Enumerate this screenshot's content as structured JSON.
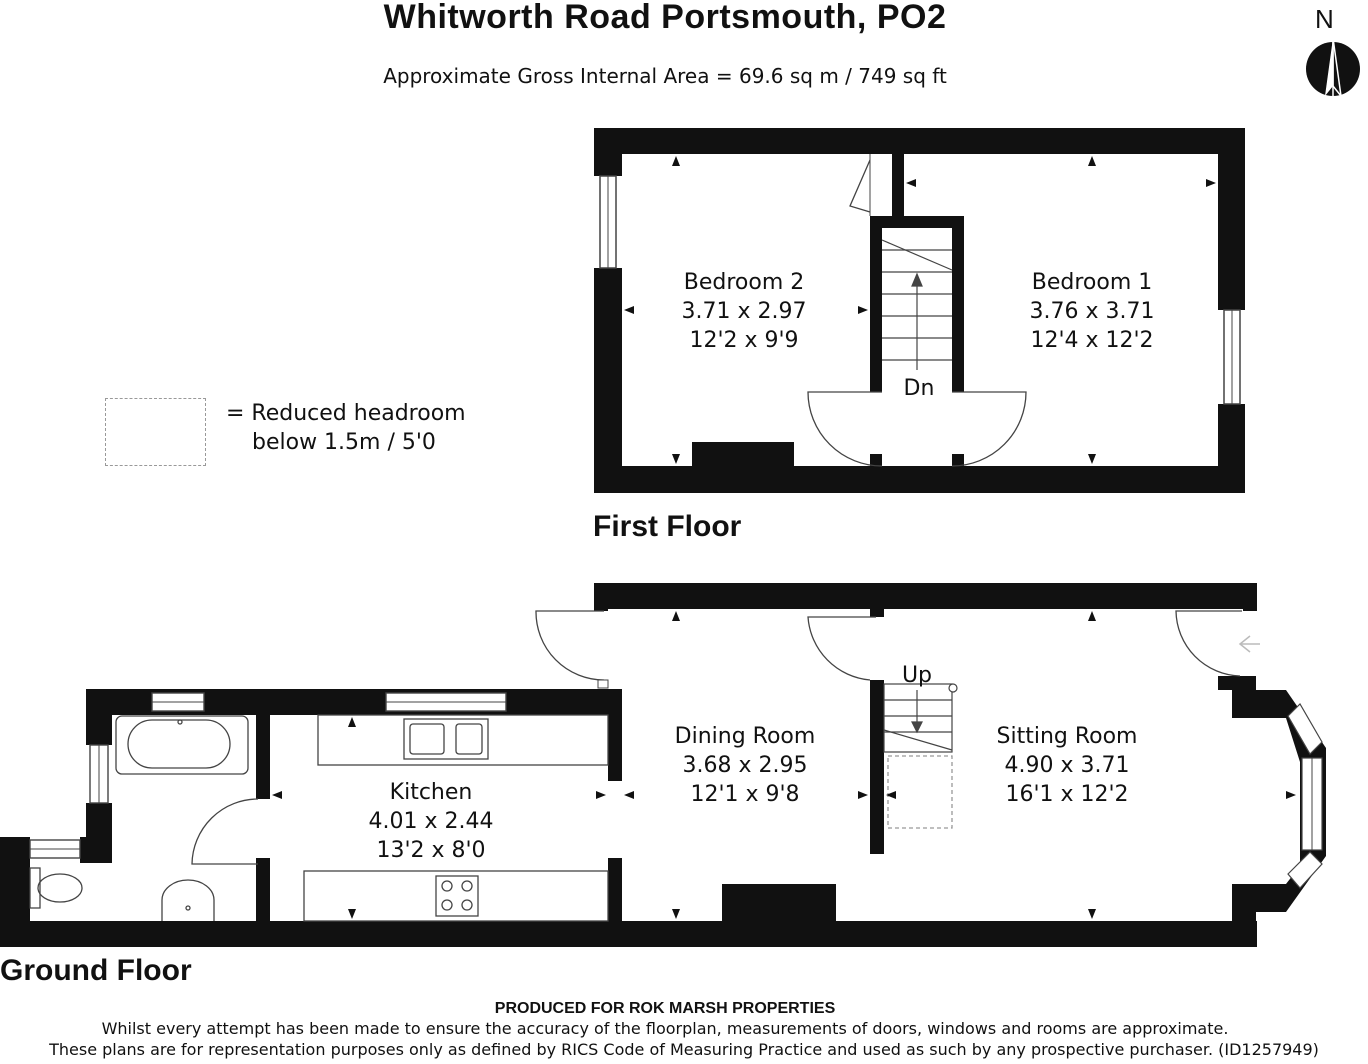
{
  "title": "Whitworth Road Portsmouth, PO2",
  "gross_area": "Approximate Gross Internal Area = 69.6 sq m / 749 sq ft",
  "compass": {
    "label": "N",
    "icon": "north-arrow-icon"
  },
  "legend": {
    "line1": "= Reduced headroom",
    "line2": "below 1.5m / 5'0"
  },
  "first_floor": {
    "label": "First Floor",
    "bedroom2": {
      "name": "Bedroom 2",
      "metric": "3.71 x 2.97",
      "imperial": "12'2 x 9'9"
    },
    "bedroom1": {
      "name": "Bedroom 1",
      "metric": "3.76 x 3.71",
      "imperial": "12'4 x 12'2"
    },
    "stair_label": "Dn"
  },
  "ground_floor": {
    "label": "Ground Floor",
    "kitchen": {
      "name": "Kitchen",
      "metric": "4.01 x 2.44",
      "imperial": "13'2 x 8'0"
    },
    "dining": {
      "name": "Dining Room",
      "metric": "3.68 x 2.95",
      "imperial": "12'1 x 9'8"
    },
    "sitting": {
      "name": "Sitting Room",
      "metric": "4.90 x 3.71",
      "imperial": "16'1 x 12'2"
    },
    "stair_label": "Up"
  },
  "footer": {
    "producer": "PRODUCED FOR ROK MARSH PROPERTIES",
    "disclaimer1": "Whilst every attempt has been made to ensure the accuracy of the floorplan, measurements of doors, windows and rooms are approximate.",
    "disclaimer2": "These plans are for representation purposes only as defined by RICS Code of Measuring Practice and used as such by any prospective purchaser. (ID1257949)"
  },
  "colors": {
    "wall": "#111111",
    "line": "#444444",
    "dashed": "#999999"
  }
}
